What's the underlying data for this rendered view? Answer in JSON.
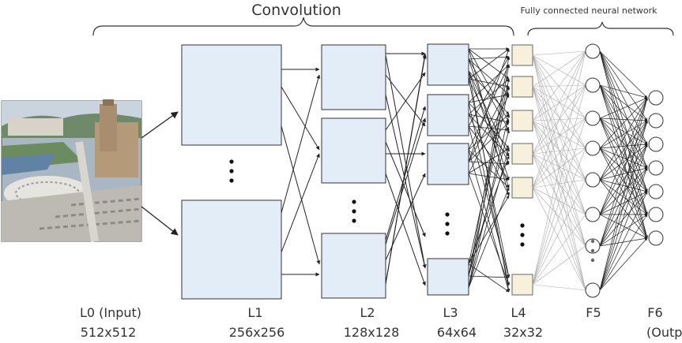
{
  "header": {
    "convolution": "Convolution",
    "fully_connected": "Fully connected neural network"
  },
  "layers": [
    {
      "name": "L0 (Input)",
      "size": "512x512"
    },
    {
      "name": "L1",
      "size": "256x256"
    },
    {
      "name": "L2",
      "size": "128x128"
    },
    {
      "name": "L3",
      "size": "64x64"
    },
    {
      "name": "L4",
      "size": "32x32"
    },
    {
      "name": "F5",
      "size": ""
    },
    {
      "name": "F6",
      "size": "(Output)"
    }
  ],
  "input_image": {
    "description_icon": "campus-photo-icon"
  },
  "colors": {
    "feature_map_fill": "#e3edf8",
    "feature_map_stroke": "#333333",
    "fc_unit_fill": "#f7f1dc",
    "fc_unit_stroke": "#666666",
    "neuron_fill": "#ffffff",
    "text": "#333333",
    "edge": "#222222",
    "fc_edge": "#aaaaaa"
  }
}
